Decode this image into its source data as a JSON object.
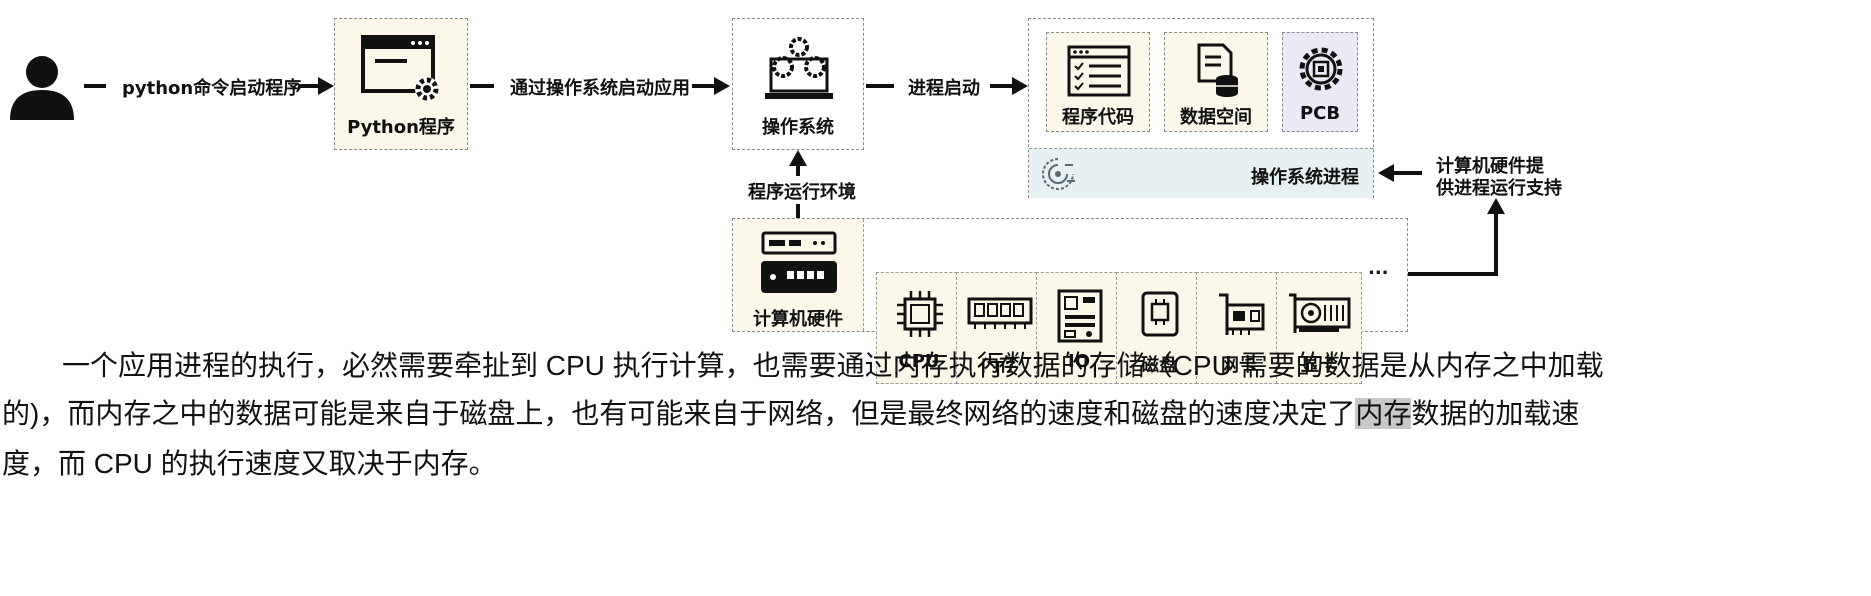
{
  "diagram": {
    "user_to_python_label": "python命令启动程序",
    "python_box_label": "Python程序",
    "python_to_os_label": "通过操作系统启动应用",
    "os_box_label": "操作系统",
    "os_to_process_label": "进程启动",
    "process_items": [
      "程序代码",
      "数据空间",
      "PCB"
    ],
    "os_process_label": "操作系统进程",
    "hardware_support_label": [
      "计算机硬件提",
      "供进程运行支持"
    ],
    "runtime_env_label": "程序运行环境",
    "hardware_box_label": "计算机硬件",
    "hardware_items": [
      "CPU",
      "内存",
      "IO",
      "磁盘",
      "网卡",
      "显卡"
    ],
    "hardware_more": "...",
    "colors": {
      "python_bg": "#fbf7e9",
      "pcb_bg": "#ece8f6",
      "os_process_bg": "#e6f1f3",
      "hardware_bg": "#fbf7e9"
    },
    "icons": [
      "user-icon",
      "window-gear-icon",
      "gears-laptop-icon",
      "checklist-icon",
      "document-database-icon",
      "pcb-gear-icon",
      "os-process-icon",
      "server-icon",
      "cpu-chip-icon",
      "memory-module-icon",
      "motherboard-icon",
      "disk-chip-icon",
      "network-card-icon",
      "graphics-card-icon"
    ]
  },
  "paragraph": {
    "line1": "一个应用进程的执行，必然需要牵扯到 CPU 执行计算，也需要通过内存执行数据的存储（CPU 需要的数据是从内存之中加载",
    "line2_before": "的)，而内存之中的数据可能是来自于磁盘上，也有可能来自于网络，但是最终网络的速度和磁盘的速度决定了",
    "line2_highlight": "内存",
    "line2_after": "数据的加载速",
    "line3": "度，而 CPU 的执行速度又取决于内存。"
  }
}
